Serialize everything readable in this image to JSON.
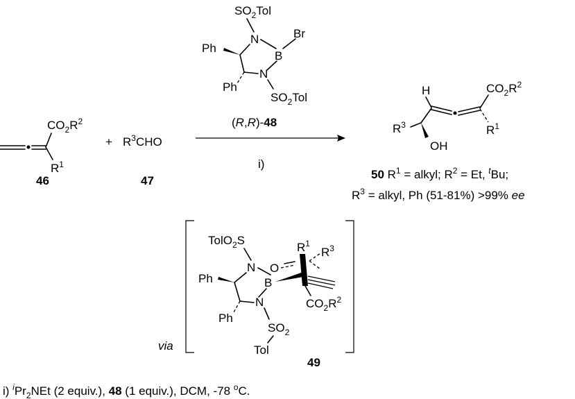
{
  "reagent": {
    "sulfonyl_top": "SO2Tol",
    "sulfonyl_bottom": "SO2Tol",
    "br": "Br",
    "b": "B",
    "n": "N",
    "ph": "Ph",
    "caption_left": "(",
    "caption_r1": "R",
    "caption_comma": ",",
    "caption_r2": "R",
    "caption_right": ")-",
    "caption_num": "48"
  },
  "substrate": {
    "ester": "CO2R2",
    "r1": "R1",
    "label": "46"
  },
  "aldehyde": {
    "plus": "+",
    "formula": "R3CHO",
    "label": "47"
  },
  "arrow": {
    "condition": "i)"
  },
  "product": {
    "h": "H",
    "ester": "CO2R2",
    "r3": "R3",
    "r1": "R1",
    "oh": "OH",
    "label": "50",
    "desc_line1": "R1 = alkyl; R2 = Et, tBu;",
    "desc_line2": "R3 = alkyl, Ph (51-81%) >99% ee"
  },
  "transition_state": {
    "via": "via",
    "sulfonyl_top": "TolO2S",
    "sulfonyl_bottom_so2": "SO2",
    "sulfonyl_bottom_tol": "Tol",
    "n": "N",
    "o": "O",
    "b": "B",
    "ph": "Ph",
    "r1": "R1",
    "r3": "R3",
    "ester": "CO2R2",
    "label": "49"
  },
  "footnote": "i) iPr2NEt (2 equiv.), 48 (1 equiv.), DCM, -78 oC."
}
